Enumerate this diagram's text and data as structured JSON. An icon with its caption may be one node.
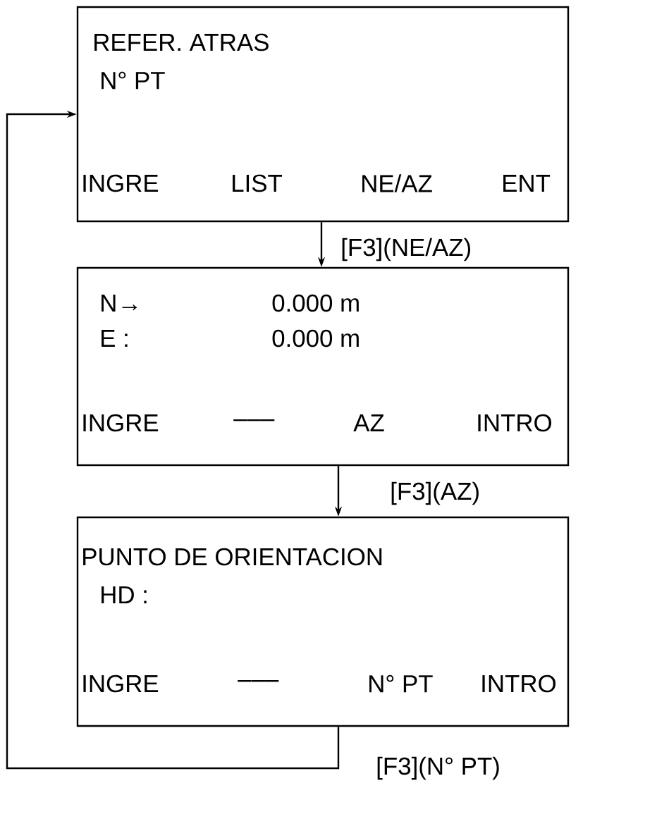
{
  "diagram": {
    "nodes": [
      {
        "text": [
          "REFER. ATRAS",
          "N° PT",
          "INGRE",
          "LIST",
          "NE/AZ",
          "ENT"
        ]
      },
      {
        "text": [
          "N→",
          "0.000 m",
          "E :",
          "0.000 m",
          "INGRE",
          "–––",
          "AZ",
          "INTRO"
        ]
      },
      {
        "text": [
          "PUNTO DE ORIENTACION",
          "HD :",
          "INGRE",
          "–––",
          "N° PT",
          "INTRO"
        ]
      }
    ],
    "edges": [
      {
        "from": 0,
        "to": 1,
        "arrow": "to",
        "label": "[F3](NE/AZ)"
      },
      {
        "from": 1,
        "to": 2,
        "arrow": "to",
        "label": "[F3](AZ)"
      },
      {
        "from": 2,
        "to": 0,
        "arrow": "to",
        "label": "[F3](N° PT)"
      }
    ]
  }
}
